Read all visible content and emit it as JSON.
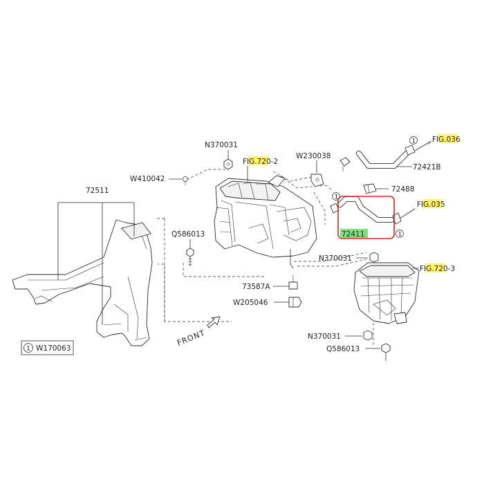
{
  "colors": {
    "highlight_yellow": "#fff36b",
    "highlight_green": "#7ee07e",
    "callout_red": "#d9261c",
    "line": "#2a2a2a"
  },
  "labels": {
    "n370031_top": "N370031",
    "fig720_2": {
      "prefix": "F",
      "hl": "IG.72",
      "suffix": "0-2"
    },
    "w230038": "W230038",
    "fig036": {
      "prefix": "F",
      "hl": "IG.03",
      "suffix": "6"
    },
    "p72421b": "72421B",
    "w410042": "W410042",
    "p72511": "72511",
    "p72488": "72488",
    "fig035": {
      "prefix": "F",
      "hl": "IG.03",
      "suffix": "5"
    },
    "p72411": "72411",
    "q586013_left": "Q586013",
    "n370031_mid": "N370031",
    "fig720_3": {
      "prefix": "F",
      "hl": "IG.72",
      "suffix": "0-3"
    },
    "p73587a": "73587A",
    "w205046": "W205046",
    "front": "FRONT",
    "n370031_low": "N370031",
    "q586013_low": "Q586013",
    "legend_num": "1",
    "legend_code": "W170063"
  },
  "circle_markers": [
    "1",
    "1",
    "1",
    "1"
  ]
}
